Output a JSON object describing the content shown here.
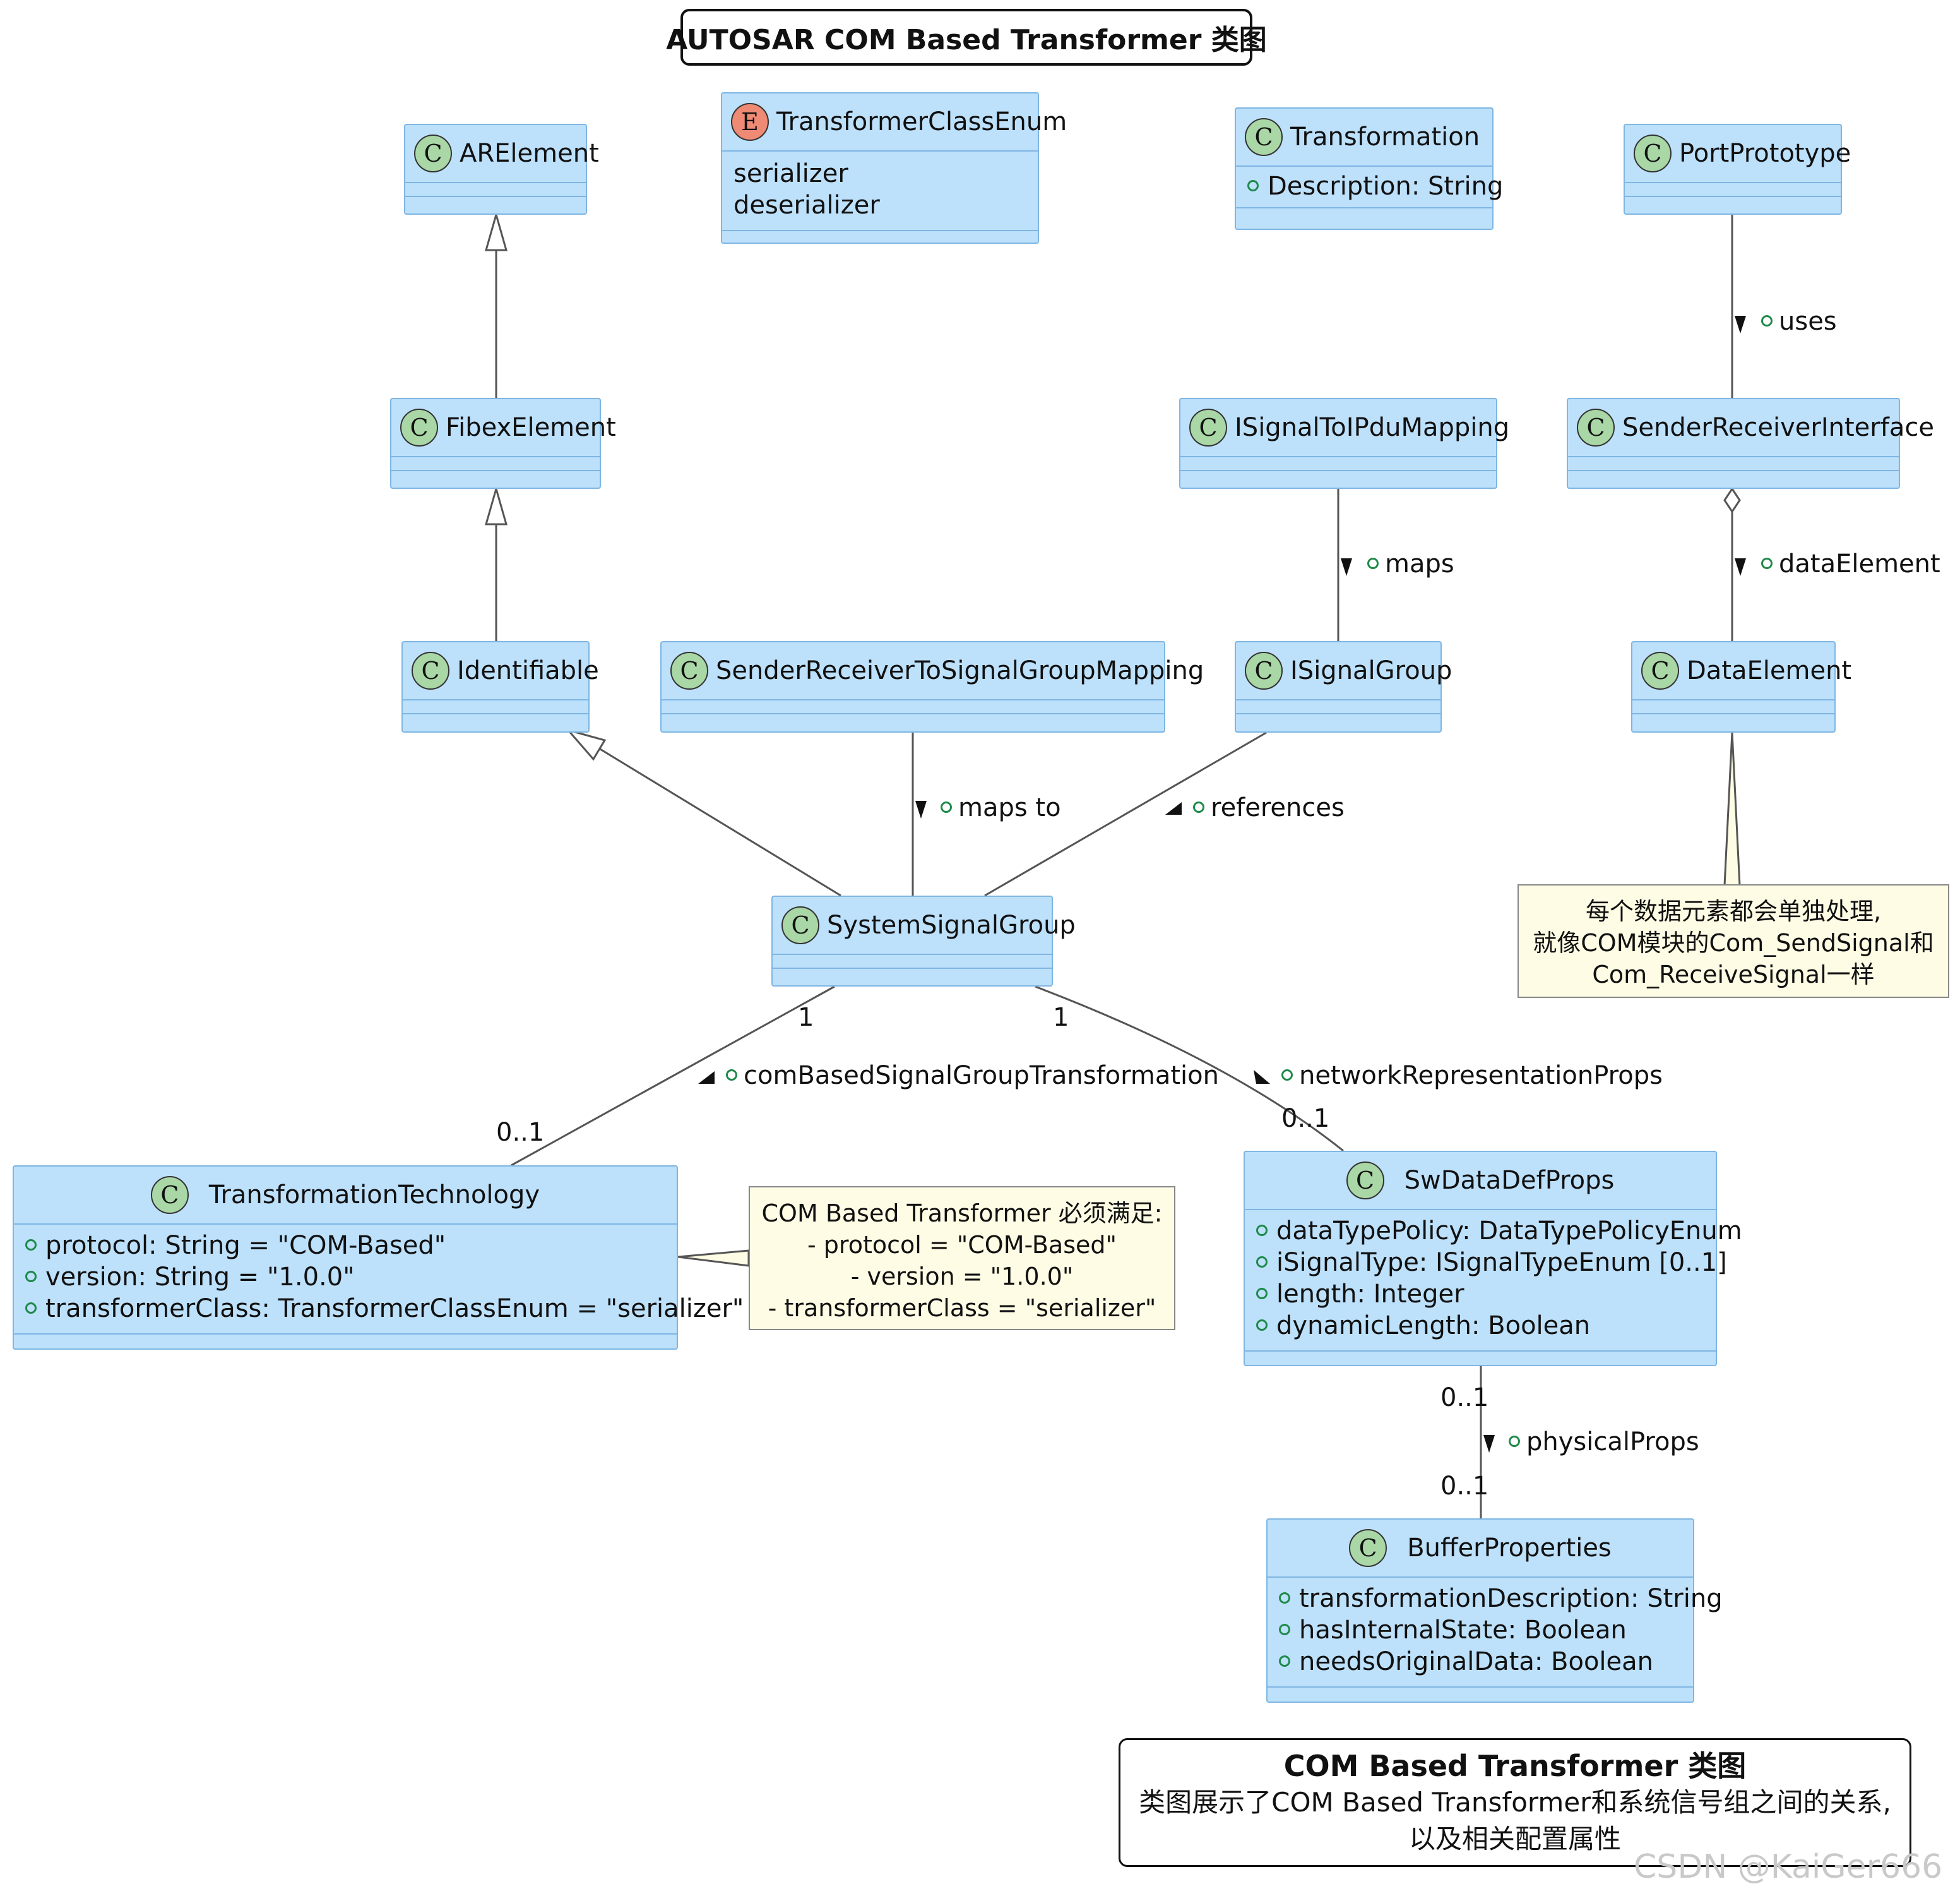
{
  "title": "AUTOSAR COM Based Transformer 类图",
  "classes": {
    "arelement": {
      "stereo": "C",
      "name": "ARElement"
    },
    "transformer_class_enum": {
      "stereo": "E",
      "name": "TransformerClassEnum",
      "literals": [
        "serializer",
        "deserializer"
      ]
    },
    "transformation": {
      "stereo": "C",
      "name": "Transformation",
      "attrs": [
        "Description: String"
      ]
    },
    "port_prototype": {
      "stereo": "C",
      "name": "PortPrototype"
    },
    "fibex_element": {
      "stereo": "C",
      "name": "FibexElement"
    },
    "isignal_to_ipdu_mapping": {
      "stereo": "C",
      "name": "ISignalToIPduMapping"
    },
    "sender_receiver_interface": {
      "stereo": "C",
      "name": "SenderReceiverInterface"
    },
    "identifiable": {
      "stereo": "C",
      "name": "Identifiable"
    },
    "sr_to_signal_group_mapping": {
      "stereo": "C",
      "name": "SenderReceiverToSignalGroupMapping"
    },
    "isignal_group": {
      "stereo": "C",
      "name": "ISignalGroup"
    },
    "data_element": {
      "stereo": "C",
      "name": "DataElement"
    },
    "system_signal_group": {
      "stereo": "C",
      "name": "SystemSignalGroup"
    },
    "transformation_technology": {
      "stereo": "C",
      "name": "TransformationTechnology",
      "attrs": [
        "protocol: String = \"COM-Based\"",
        "version: String = \"1.0.0\"",
        "transformerClass: TransformerClassEnum = \"serializer\""
      ]
    },
    "sw_data_def_props": {
      "stereo": "C",
      "name": "SwDataDefProps",
      "attrs": [
        "dataTypePolicy: DataTypePolicyEnum",
        "iSignalType: ISignalTypeEnum [0..1]",
        "length: Integer",
        "dynamicLength: Boolean"
      ]
    },
    "buffer_properties": {
      "stereo": "C",
      "name": "BufferProperties",
      "attrs": [
        "transformationDescription: String",
        "hasInternalState: Boolean",
        "needsOriginalData: Boolean"
      ]
    }
  },
  "relations": {
    "uses": "uses",
    "maps": "maps",
    "data_element": "dataElement",
    "maps_to": "maps to",
    "references": "references",
    "com_based": "comBasedSignalGroupTransformation",
    "network_props": "networkRepresentationProps",
    "physical_props": "physicalProps"
  },
  "multiplicities": {
    "ssg_left": "1",
    "ssg_right": "1",
    "tt": "0..1",
    "swd_top": "0..1",
    "swd_bottom": "0..1",
    "buffer_top": "0..1"
  },
  "notes": {
    "data_element_note": [
      "每个数据元素都会单独处理,",
      "就像COM模块的Com_SendSignal和",
      "Com_ReceiveSignal一样"
    ],
    "tt_note": [
      "COM Based Transformer 必须满足:",
      "- protocol = \"COM-Based\"",
      "- version = \"1.0.0\"",
      "- transformerClass = \"serializer\""
    ]
  },
  "legend": {
    "title": "COM Based Transformer 类图",
    "lines": [
      "类图展示了COM Based Transformer和系统信号组之间的关系,",
      "以及相关配置属性"
    ]
  },
  "watermark": "CSDN @KaiGer666",
  "colors": {
    "class_fill": "#bde0fb",
    "class_border": "#7fb6e3",
    "class_icon": "#a9d7a6",
    "enum_icon": "#ef8a74",
    "note_fill": "#fefce4"
  }
}
